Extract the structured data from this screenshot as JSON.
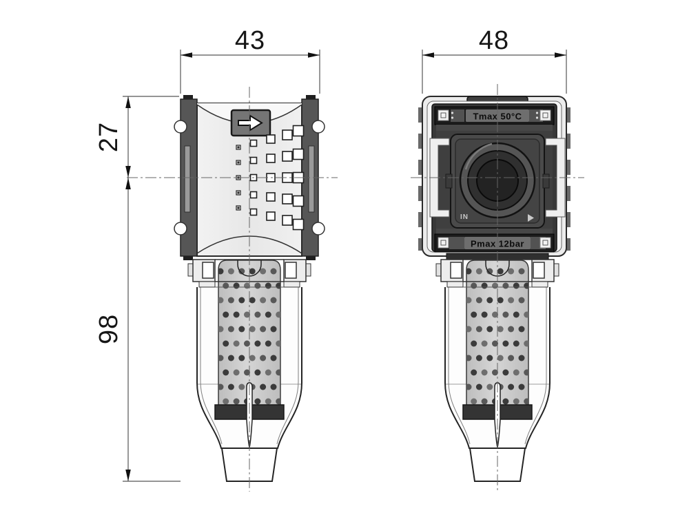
{
  "dimensions": {
    "side_width": "43",
    "front_width": "48",
    "top_to_port_center": "27",
    "port_center_to_bottom": "98"
  },
  "labels": {
    "tmax": "Tmax 50°C",
    "pmax": "Pmax 12bar",
    "inlet": "IN"
  },
  "icons": {
    "flow_direction_icon": "arrow-right",
    "inlet_flow_icon": "arrow-right"
  },
  "colors": {
    "outline": "#2a2a2a",
    "dimension_line": "#555555",
    "body_light": "#ebebeb",
    "rail_dark": "#565656",
    "band_dark": "#1c1c1c",
    "plate_gray": "#4a4a4a",
    "filter_gray": "#cbcbcb",
    "end_cap": "#343434",
    "background": "#ffffff"
  }
}
